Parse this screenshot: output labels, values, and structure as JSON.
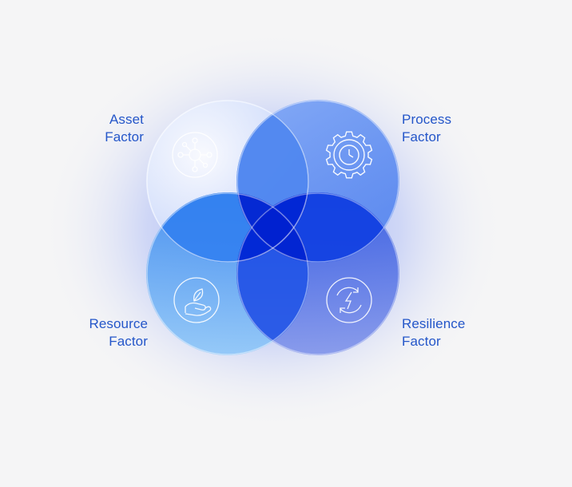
{
  "diagram": {
    "factors": [
      {
        "key": "asset",
        "line1": "Asset",
        "line2": "Factor",
        "icon": "network-nodes-icon",
        "color": "#c8d8fb"
      },
      {
        "key": "process",
        "line1": "Process",
        "line2": "Factor",
        "icon": "gear-clock-icon",
        "color": "#5b8df2"
      },
      {
        "key": "resource",
        "line1": "Resource",
        "line2": "Factor",
        "icon": "hand-leaf-icon",
        "color": "#4d9ff0"
      },
      {
        "key": "resilience",
        "line1": "Resilience",
        "line2": "Factor",
        "icon": "refresh-lightning-icon",
        "color": "#3c63e6"
      }
    ],
    "label_color": "#2456c9",
    "background": "#f5f5f6"
  }
}
